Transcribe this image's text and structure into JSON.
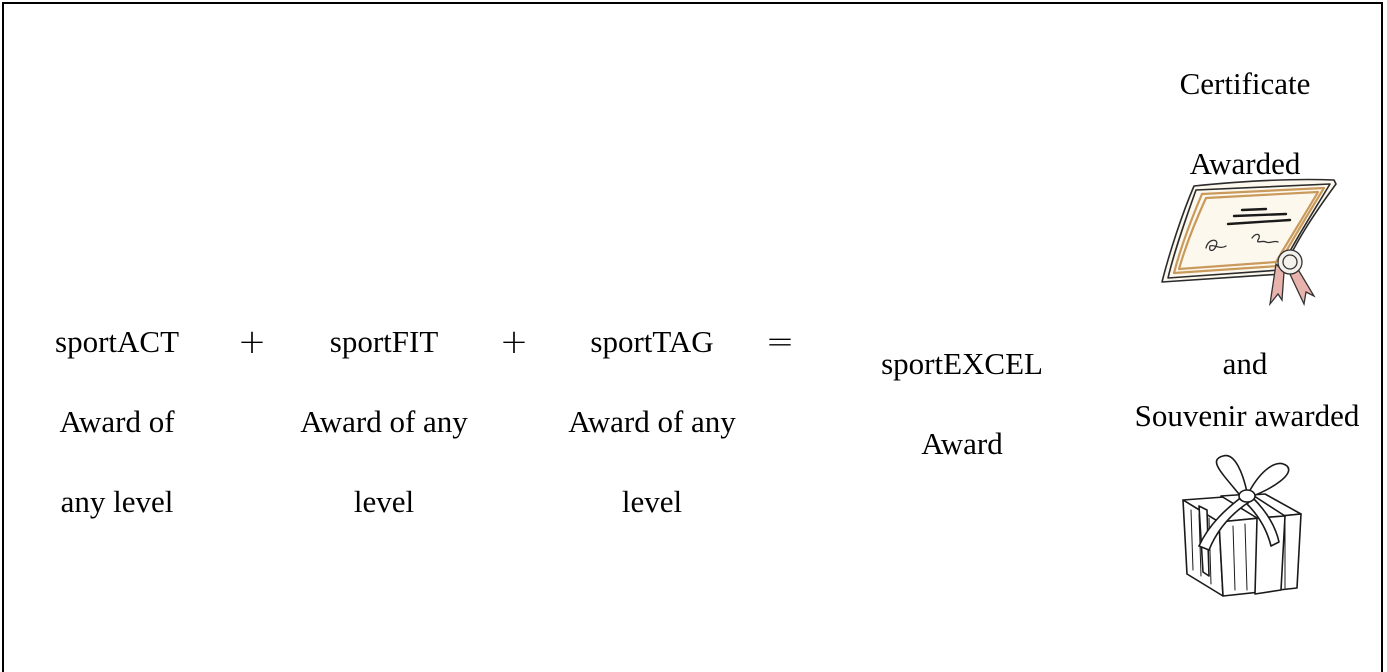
{
  "terms": [
    {
      "line1": "sportACT",
      "line2": "Award of",
      "line3": "any level"
    },
    {
      "line1": "sportFIT",
      "line2": "Award of any",
      "line3": "level"
    },
    {
      "line1": "sportTAG",
      "line2": "Award of any",
      "line3": "level"
    }
  ],
  "operators": {
    "plus1": "+",
    "plus2": "+",
    "equals": "="
  },
  "result": {
    "line1": "sportEXCEL",
    "line2": "Award"
  },
  "rewards": {
    "certificate_line1": "Certificate",
    "certificate_line2": "Awarded",
    "and": "and",
    "souvenir": "Souvenir awarded",
    "certificate_icon": "certificate-illustration",
    "gift_icon": "gift-box-illustration"
  }
}
